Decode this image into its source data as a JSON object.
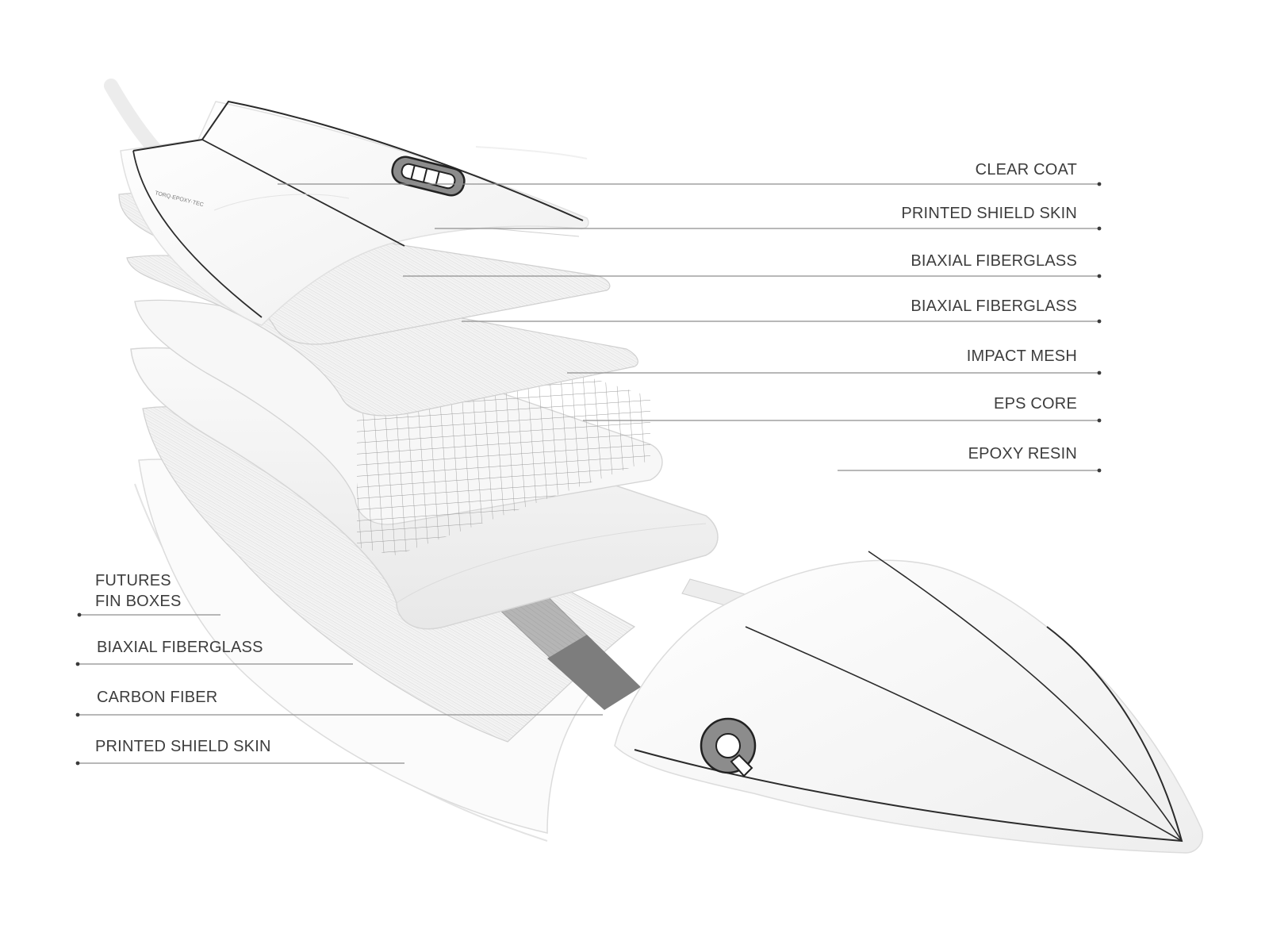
{
  "callouts_right": [
    {
      "label": "CLEAR COAT"
    },
    {
      "label": "PRINTED SHIELD SKIN"
    },
    {
      "label": "BIAXIAL FIBERGLASS"
    },
    {
      "label": "BIAXIAL FIBERGLASS"
    },
    {
      "label": "IMPACT MESH"
    },
    {
      "label": "EPS CORE"
    },
    {
      "label": "EPOXY RESIN"
    }
  ],
  "callouts_left": [
    {
      "line1": "FUTURES",
      "line2": "FIN BOXES"
    },
    {
      "line1": "BIAXIAL FIBERGLASS"
    },
    {
      "line1": "CARBON FIBER"
    },
    {
      "line1": "PRINTED SHIELD SKIN"
    }
  ],
  "colors": {
    "text": "#3d3d3d",
    "outline": "#2b2b2b",
    "logo_gray": "#8c8c8c",
    "carbon": "#7d7d7d"
  },
  "icons": {
    "brand_logo": "torq-wordmark-logo",
    "nose_logo": "q-letter-logo"
  }
}
